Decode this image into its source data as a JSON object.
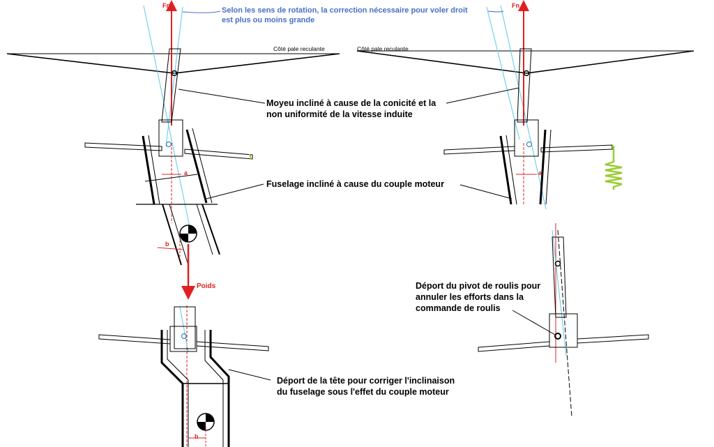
{
  "labels": {
    "rotation_note_line1": "Selon les sens de rotation, la correction nécessaire pour voler droit",
    "rotation_note_line2": "est plus ou moins grande",
    "fn_left": "Fn",
    "fn_right": "Fn",
    "retreating_blade_left": "Côté pale reculante",
    "retreating_blade_right": "Côté pale reculante",
    "hub_note_line1": "Moyeu incliné à cause de la conicité et la",
    "hub_note_line2": "non uniformité de la vitesse induite",
    "fuselage_note": "Fuselage incliné à cause du couple moteur",
    "angle_a_left": "a",
    "angle_a_right": "a",
    "offset_b_top": "b",
    "offset_b_bottom": "b",
    "weight": "Poids",
    "roll_pivot_line1": "Déport du pivot de roulis pour",
    "roll_pivot_line2": "annuler les efforts dans la",
    "roll_pivot_line3": "commande de roulis",
    "head_offset_line1": "Déport de la tête pour  corriger l'inclinaison",
    "head_offset_line2": "du fuselage sous l'effet du couple moteur"
  },
  "colors": {
    "force_vector": "#e02020",
    "rotation_note": "#4a6fc7",
    "axis_line": "#5bc8e6",
    "spring": "#9acd32"
  }
}
